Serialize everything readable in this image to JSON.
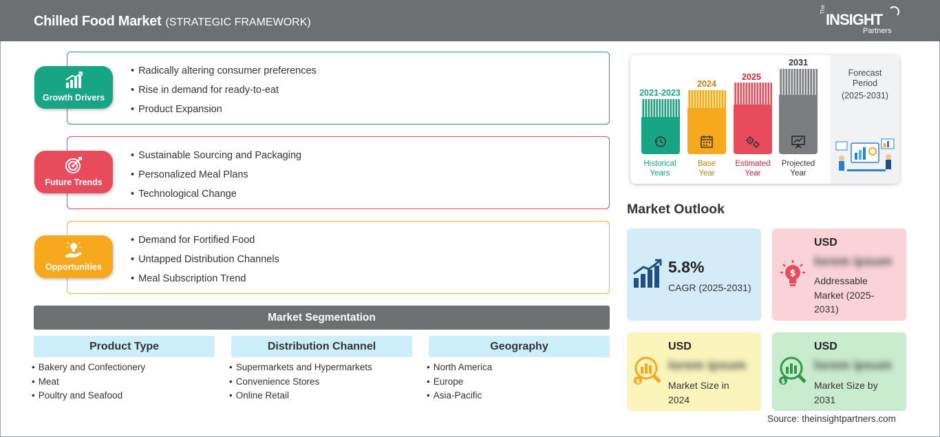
{
  "header": {
    "title": "Chilled Food Market",
    "subtitle": "(STRATEGIC FRAMEWORK)",
    "logo": {
      "the": "The",
      "insight": "INSIGHT",
      "partners": "Partners"
    }
  },
  "framework": [
    {
      "label": "Growth Drivers",
      "icon": "growth-chart-icon",
      "color": "#17a585",
      "items": [
        "Radically altering consumer preferences",
        "Rise in demand for ready-to-eat",
        "Product Expansion"
      ]
    },
    {
      "label": "Future Trends",
      "icon": "target-icon",
      "color": "#e84b5c",
      "items": [
        "Sustainable Sourcing and Packaging",
        "Personalized Meal Plans",
        "Technological Change"
      ]
    },
    {
      "label": "Opportunities",
      "icon": "lightbulb-hand-icon",
      "color": "#f7a81c",
      "items": [
        "Demand for Fortified Food",
        "Untapped Distribution Channels",
        "Meal Subscription Trend"
      ]
    }
  ],
  "segmentation": {
    "title": "Market Segmentation",
    "columns": [
      {
        "head": "Product Type",
        "items": [
          "Bakery and Confectionery",
          "Meat",
          "Poultry and Seafood"
        ]
      },
      {
        "head": "Distribution Channel",
        "items": [
          "Supermarkets and Hypermarkets",
          "Convenience Stores",
          "Online Retail"
        ]
      },
      {
        "head": "Geography",
        "items": [
          "North America",
          "Europe",
          "Asia-Pacific"
        ]
      }
    ]
  },
  "timeline": {
    "periods": [
      {
        "year": "2021-2023",
        "caption_1": "Historical",
        "caption_2": "Years",
        "color": "#17a585",
        "icon": "history-clock-icon"
      },
      {
        "year": "2024",
        "caption_1": "Base",
        "caption_2": "Year",
        "color": "#f7a81c",
        "icon": "calendar-icon"
      },
      {
        "year": "2025",
        "caption_1": "Estimated",
        "caption_2": "Year",
        "color": "#e84b5c",
        "icon": "gears-icon"
      },
      {
        "year": "2031",
        "caption_1": "Projected",
        "caption_2": "Year",
        "color": "#7b7d80",
        "icon": "presentation-board-icon"
      }
    ],
    "forecast": {
      "line1": "Forecast",
      "line2": "Period",
      "line3": "(2025-2031)"
    }
  },
  "outlook": {
    "title": "Market Outlook",
    "cagr": {
      "value": "5.8%",
      "label": "CAGR (2025-2031)",
      "color": "#d4ecf8"
    },
    "addressable": {
      "currency": "USD",
      "value": "lorem ipsum",
      "line1": "Addressable",
      "line2": "Market (2025-",
      "line3": "2031)",
      "color": "#f9d3d8"
    },
    "size_2024": {
      "currency": "USD",
      "value": "lorem ipsum",
      "line1": "Market Size in",
      "line2": "2024",
      "color": "#fbf5bb"
    },
    "size_2031": {
      "currency": "USD",
      "value": "lorem ipsum",
      "line1": "Market Size by",
      "line2": "2031",
      "color": "#c8eccd"
    }
  },
  "source": "Source: theinsightpartners.com"
}
